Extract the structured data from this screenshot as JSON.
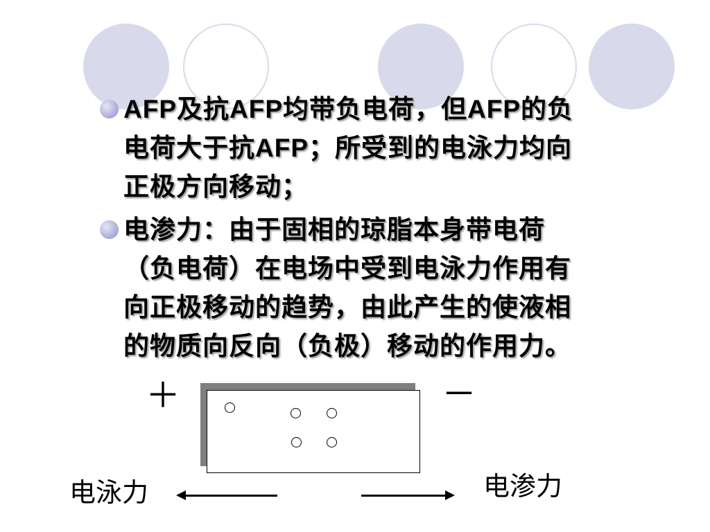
{
  "bullets": [
    {
      "segments": [
        {
          "text": "AFP",
          "bold_latin": true
        },
        {
          "text": "及抗"
        },
        {
          "text": "AFP",
          "bold_latin": true
        },
        {
          "text": "均带负电荷，但"
        },
        {
          "text": "AFP",
          "bold_latin": true
        },
        {
          "text": "的负"
        },
        {
          "br": true
        },
        {
          "text": "电荷大于抗"
        },
        {
          "text": "AFP",
          "bold_latin": true
        },
        {
          "text": "；所受到的电泳力均向"
        },
        {
          "br": true
        },
        {
          "text": "正极方向移动；"
        }
      ]
    },
    {
      "segments": [
        {
          "text": "电渗力：由于固相的琼脂本身带电荷"
        },
        {
          "br": true
        },
        {
          "text": "（负电荷）在电场中受到电泳力作用有"
        },
        {
          "br": true
        },
        {
          "text": "向正极移动的趋势，由此产生的使液相"
        },
        {
          "br": true
        },
        {
          "text": "的物质向反向（负极）移动的作用力。"
        }
      ]
    }
  ],
  "diagram": {
    "plus_sign": "＋",
    "minus_sign": "－",
    "left_label": "电泳力",
    "right_label": "电渗力",
    "arrow_left_direction": "left",
    "arrow_right_direction": "right"
  },
  "colors": {
    "decor_circle": "#d9d9ec",
    "bullet": "#a8a8d8"
  }
}
